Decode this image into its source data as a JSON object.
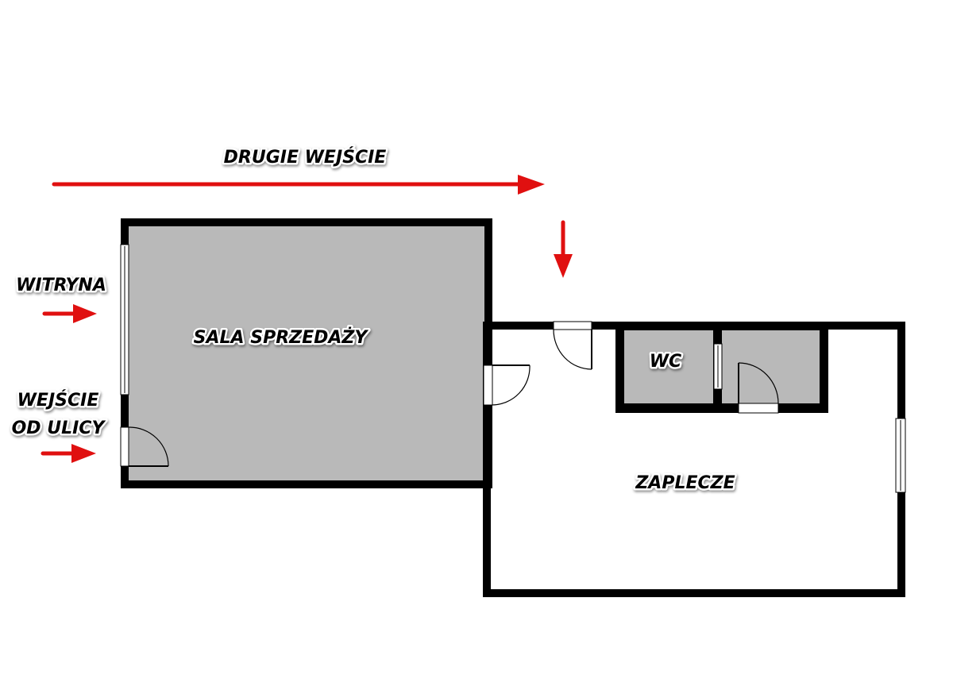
{
  "labels": {
    "second_entrance": "DRUGIE WEJŚCIE",
    "shop_window": "WITRYNA",
    "street_entrance_line1": "WEJŚCIE",
    "street_entrance_line2": "OD ULICY",
    "sales_room": "SALA SPRZEDAŻY",
    "wc": "WC",
    "back_room": "ZAPLECZE"
  },
  "colors": {
    "arrow": "#e01010",
    "room_fill": "#b9b9b9",
    "wall": "#000000"
  }
}
